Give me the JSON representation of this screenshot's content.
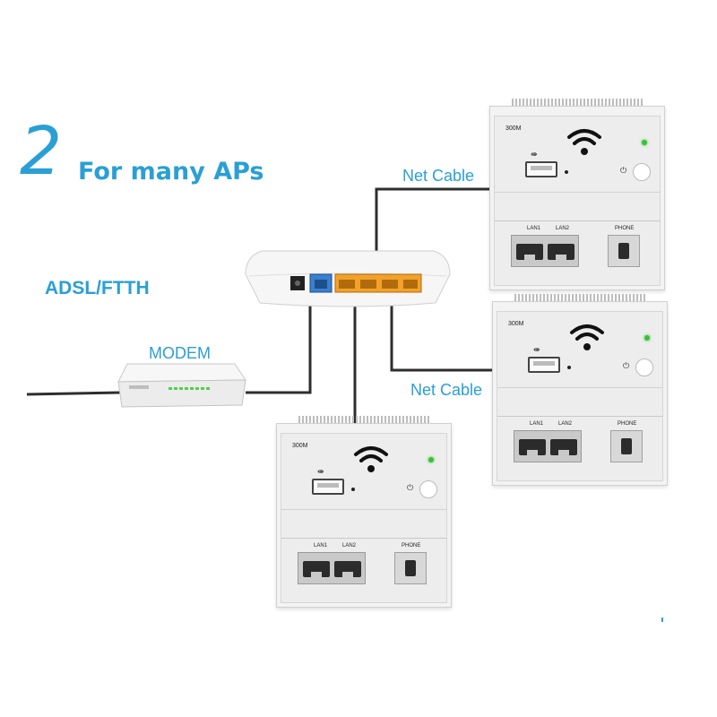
{
  "headline": {
    "number": "2",
    "text": "For many APs"
  },
  "labels": {
    "adsl": "ADSL/FTTH",
    "modem": "MODEM",
    "net_cable_top": "Net Cable",
    "net_cable_mid": "Net Cable"
  },
  "access_points": [
    {
      "model": "300M",
      "lan1": "LAN1",
      "lan2": "LAN2",
      "phone": "PHONE"
    },
    {
      "model": "300M",
      "lan1": "LAN1",
      "lan2": "LAN2",
      "phone": "PHONE"
    },
    {
      "model": "300M",
      "lan1": "LAN1",
      "lan2": "LAN2",
      "phone": "PHONE"
    }
  ],
  "colors": {
    "accent": "#2a9fd6",
    "cable": "#2e2e2e",
    "router_port_wan": "#3a7fd0",
    "router_port_lan": "#f2a12a",
    "led": "#35c235"
  },
  "icons": [
    "wifi-icon",
    "usb-icon",
    "power-icon",
    "led-indicator"
  ]
}
